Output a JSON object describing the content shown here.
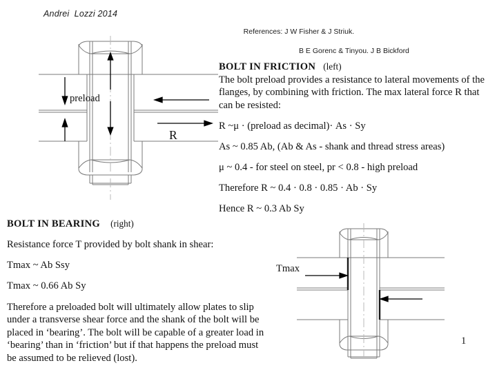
{
  "header": {
    "author": "Andrei  Lozzi 2014",
    "references_label": "References: J W Fisher & J Striuk.",
    "references_line2": "B E Gorenc & Tinyou. J B Bickford"
  },
  "friction_section": {
    "heading": "BOLT IN FRICTION",
    "heading_note": "(left)",
    "paragraph": "The bolt preload provides a resistance to lateral movements of the flanges, by combining with friction. The max lateral force  R that can be resisted:",
    "equations": [
      "R ~μ · (preload as decimal)· As · Sy",
      "As ~ 0.85 Ab,  (Ab & As - shank and thread stress areas)",
      "μ ~ 0.4 - for steel on steel,   pr < 0.8 - high preload",
      "Therefore  R ~ 0.4 · 0.8 · 0.85 · Ab · Sy",
      "Hence  R ~ 0.3 Ab Sy"
    ]
  },
  "bearing_section": {
    "heading": "BOLT IN BEARING",
    "heading_note": "(right)",
    "intro": "Resistance force T  provided by bolt shank in shear:",
    "equations": [
      "Tmax ~ Ab  Ssy",
      "Tmax ~ 0.66 Ab  Sy"
    ],
    "closing": "Therefore  a preloaded bolt will ultimately allow plates to slip under a transverse shear force and the shank of the bolt will be placed in ‘bearing’. The bolt will be capable of a greater load in ‘bearing’ than in ‘friction’ but if that happens the preload must be assumed to be relieved (lost)."
  },
  "diagram_friction": {
    "name": "bolt-in-friction-diagram",
    "label_preload": "preload",
    "label_force": "R"
  },
  "diagram_bearing": {
    "name": "bolt-in-bearing-diagram",
    "label_tmax": "Tmax"
  },
  "footer": {
    "page_number": "1"
  },
  "colors": {
    "line": "#7a7a7a",
    "line_dark": "#555555",
    "bearing_contact": "#1a1a1a",
    "arrow": "#000000",
    "text": "#111111",
    "background": "#ffffff"
  }
}
